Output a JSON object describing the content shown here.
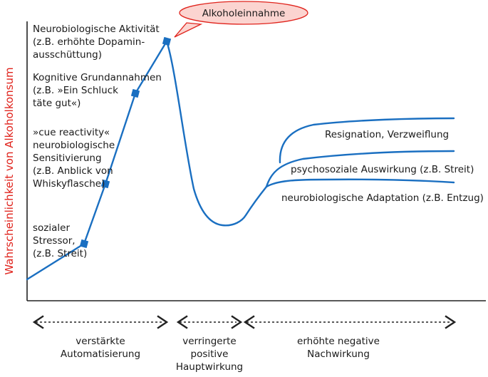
{
  "y_axis_label": "Wahrscheinlichkeit von Alkoholkonsum",
  "callout": "Alkoholeinnahme",
  "rise_labels": [
    {
      "lines": [
        "Neurobiologische Aktivität",
        "(z.B. erhöhte Dopamin-",
        "ausschüttung)"
      ]
    },
    {
      "lines": [
        "Kognitive Grundannahmen",
        "(z.B. »Ein Schluck",
        "täte gut«)"
      ]
    },
    {
      "lines": [
        "»cue reactivity«",
        "neurobiologische",
        "Sensitivierung",
        "(z.B. Anblick von",
        "Whiskyflasche)"
      ]
    },
    {
      "lines": [
        "sozialer",
        "Stressor,",
        "(z.B. Streit)"
      ]
    }
  ],
  "branch_labels": [
    "Resignation, Verzweiflung",
    "psychosoziale Auswirkung (z.B. Streit)",
    "neurobiologische Adaptation (z.B. Entzug)"
  ],
  "phases": [
    {
      "lines": [
        "verstärkte",
        "Automatisierung"
      ]
    },
    {
      "lines": [
        "verringerte",
        "positive",
        "Hauptwirkung"
      ]
    },
    {
      "lines": [
        "erhöhte negative",
        "Nachwirkung"
      ]
    }
  ],
  "colors": {
    "curve": "#1a6fc1",
    "y_label": "#e0231c",
    "callout_fill": "#fbd4d0",
    "callout_stroke": "#e0231c"
  }
}
